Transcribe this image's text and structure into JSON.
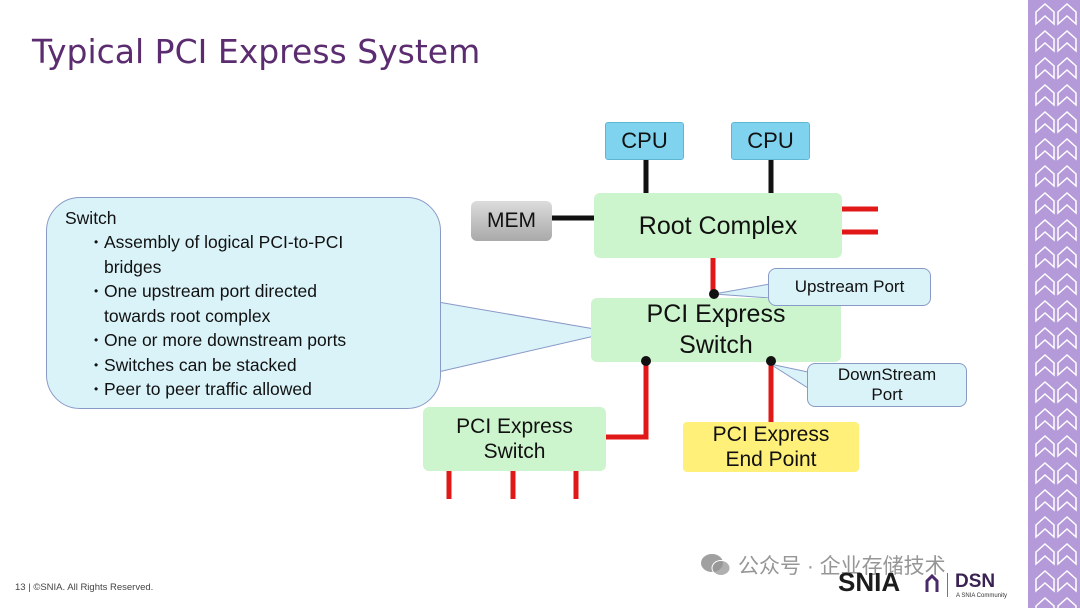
{
  "slide": {
    "title": "Typical PCI Express System",
    "footer": "13 | ©SNIA. All Rights Reserved."
  },
  "diagram": {
    "cpu1": "CPU",
    "cpu2": "CPU",
    "mem": "MEM",
    "root_complex": "Root Complex",
    "switch_main": [
      "PCI Express",
      "Switch"
    ],
    "switch_lower": [
      "PCI Express",
      "Switch"
    ],
    "endpoint": [
      "PCI Express",
      "End Point"
    ]
  },
  "callouts": {
    "upstream": "Upstream Port",
    "downstream": [
      "DownStream",
      "Port"
    ],
    "switch_info": {
      "heading": "Switch",
      "bullets": [
        "Assembly of logical PCI-to-PCI bridges",
        "One upstream port directed towards root complex",
        "One or more downstream ports",
        "Switches can be stacked",
        "Peer to peer traffic allowed"
      ]
    }
  },
  "branding": {
    "snia": "SNIA",
    "dsn": "DSN",
    "dsn_sub": "A SNIA Community",
    "watermark": "公众号 · 企业存储技术"
  },
  "colors": {
    "title": "#5b2c6f",
    "link_black": "#111111",
    "link_red": "#e01818",
    "stripe": "#b59ad9"
  }
}
